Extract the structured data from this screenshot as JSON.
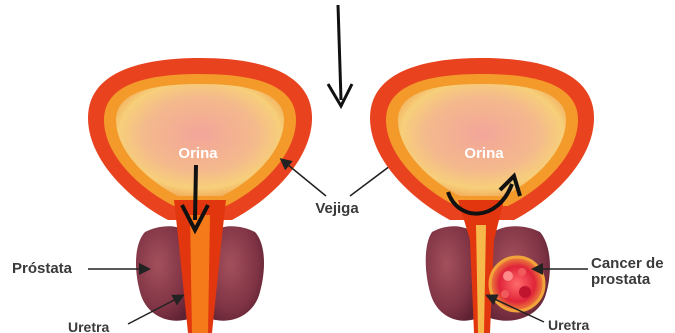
{
  "left_panel": {
    "urine_label": "Orina",
    "prostate_label": "Próstata",
    "urethra_label": "Uretra"
  },
  "center": {
    "bladder_label": "Vejiga"
  },
  "right_panel": {
    "urine_label": "Orina",
    "cancer_label_line1": "Cancer de",
    "cancer_label_line2": "prostata",
    "urethra_label": "Uretra"
  },
  "colors": {
    "bladder_outer": "#e8421f",
    "bladder_inner": "#f6c08a",
    "prostate": "#8a3a4a",
    "urethra": "#e2360f",
    "tumor": "#d9233a",
    "arrow": "#111111"
  }
}
